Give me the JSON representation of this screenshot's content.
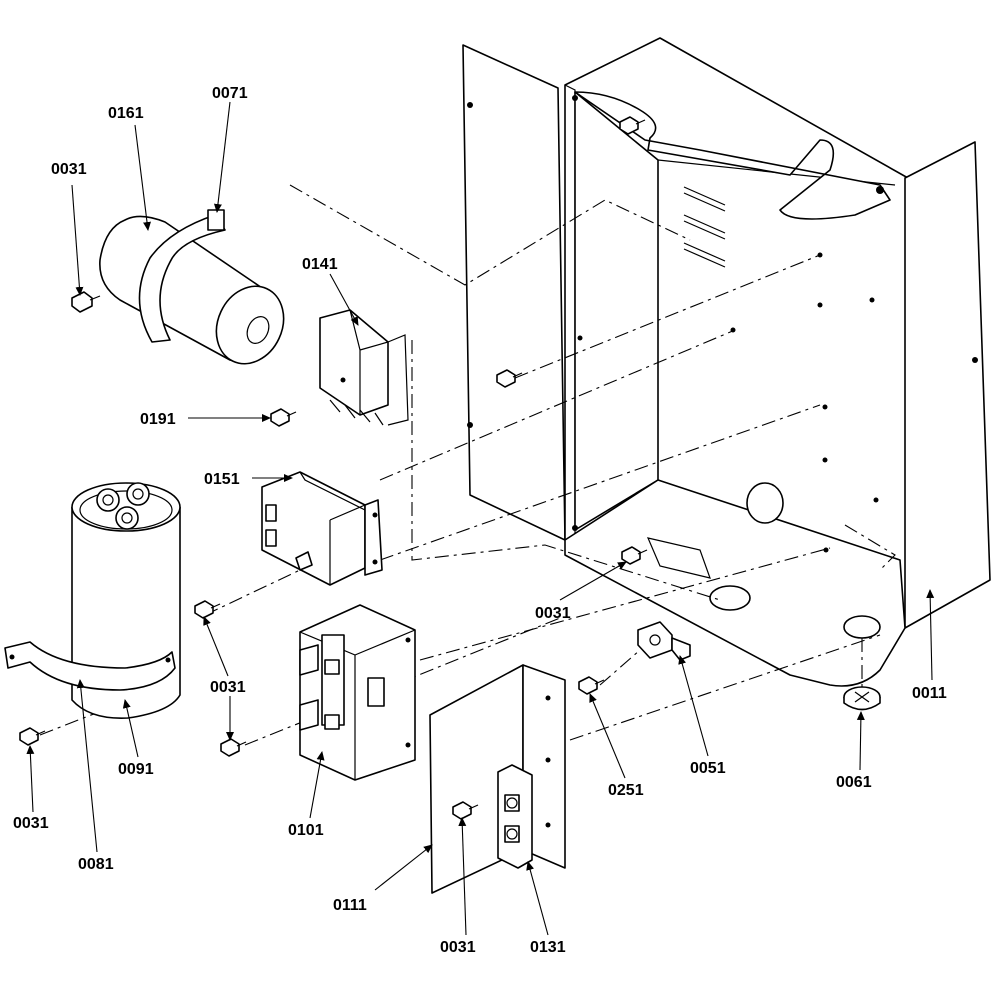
{
  "labels": {
    "p0031_a": "0031",
    "p0161": "0161",
    "p0071": "0071",
    "p0141": "0141",
    "p0191": "0191",
    "p0151": "0151",
    "p0031_b": "0031",
    "p0031_c": "0031",
    "p0091": "0091",
    "p0081": "0081",
    "p0101": "0101",
    "p0111": "0111",
    "p0031_d": "0031",
    "p0131": "0131",
    "p0251": "0251",
    "p0051": "0051",
    "p0031_e": "0031",
    "p0011": "0011",
    "p0061": "0061"
  }
}
